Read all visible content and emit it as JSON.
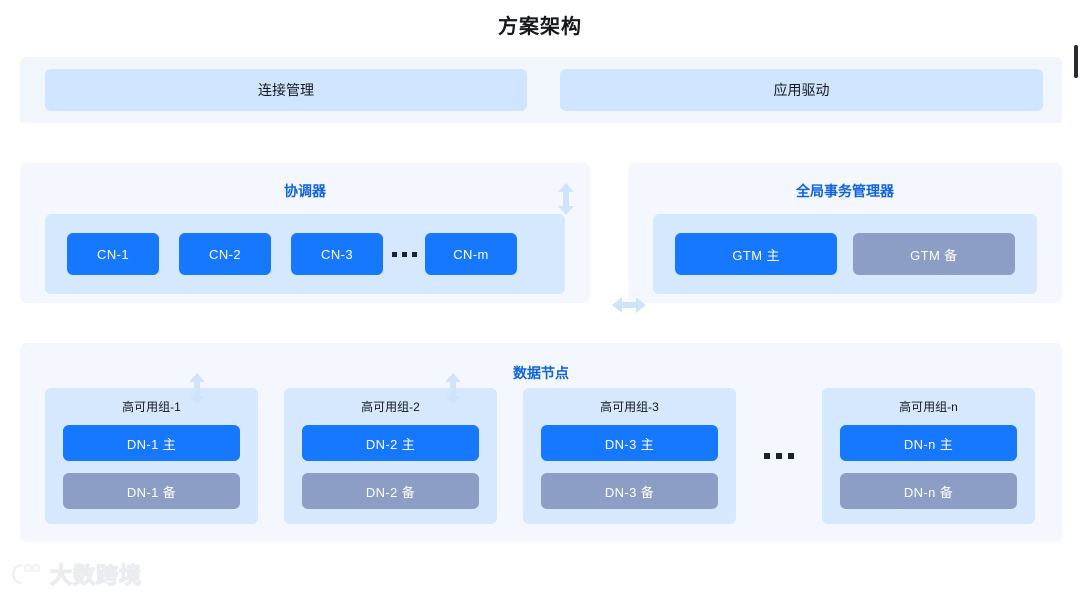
{
  "page": {
    "title": "方案架构",
    "watermark_text": "大数跨境"
  },
  "colors": {
    "accent_blue": "#1677ff",
    "standby_gray_blue": "#8d9ec6",
    "panel_bg": "#f4f8fe",
    "inner_bg": "#d6e8fd",
    "access_bg": "#cfe5ff",
    "section_title": "#1063e0",
    "arrow": "#cfe4fb"
  },
  "access_layer": {
    "boxes": [
      {
        "label": "连接管理"
      },
      {
        "label": "应用驱动"
      }
    ]
  },
  "coordinator": {
    "title": "协调器",
    "nodes": [
      {
        "label": "CN-1",
        "state": "primary"
      },
      {
        "label": "CN-2",
        "state": "primary"
      },
      {
        "label": "CN-3",
        "state": "primary"
      }
    ],
    "ellipsis": "...",
    "last_node": {
      "label": "CN-m",
      "state": "primary"
    }
  },
  "gtm": {
    "title": "全局事务管理器",
    "nodes": [
      {
        "label": "GTM 主",
        "state": "primary"
      },
      {
        "label": "GTM 备",
        "state": "standby"
      }
    ]
  },
  "data_nodes": {
    "title": "数据节点",
    "ellipsis": "...",
    "groups": [
      {
        "title": "高可用组-1",
        "primary": "DN-1 主",
        "standby": "DN-1 备"
      },
      {
        "title": "高可用组-2",
        "primary": "DN-2 主",
        "standby": "DN-2 备"
      },
      {
        "title": "高可用组-3",
        "primary": "DN-3 主",
        "standby": "DN-3 备"
      },
      {
        "title": "高可用组-n",
        "primary": "DN-n 主",
        "standby": "DN-n 备"
      }
    ]
  },
  "arrows": {
    "access_to_coordinator": "vertical-double-arrow",
    "coordinator_to_gtm": "horizontal-double-arrow",
    "coordinator_to_data_left": "vertical-double-arrow",
    "coordinator_to_data_right": "vertical-double-arrow"
  }
}
